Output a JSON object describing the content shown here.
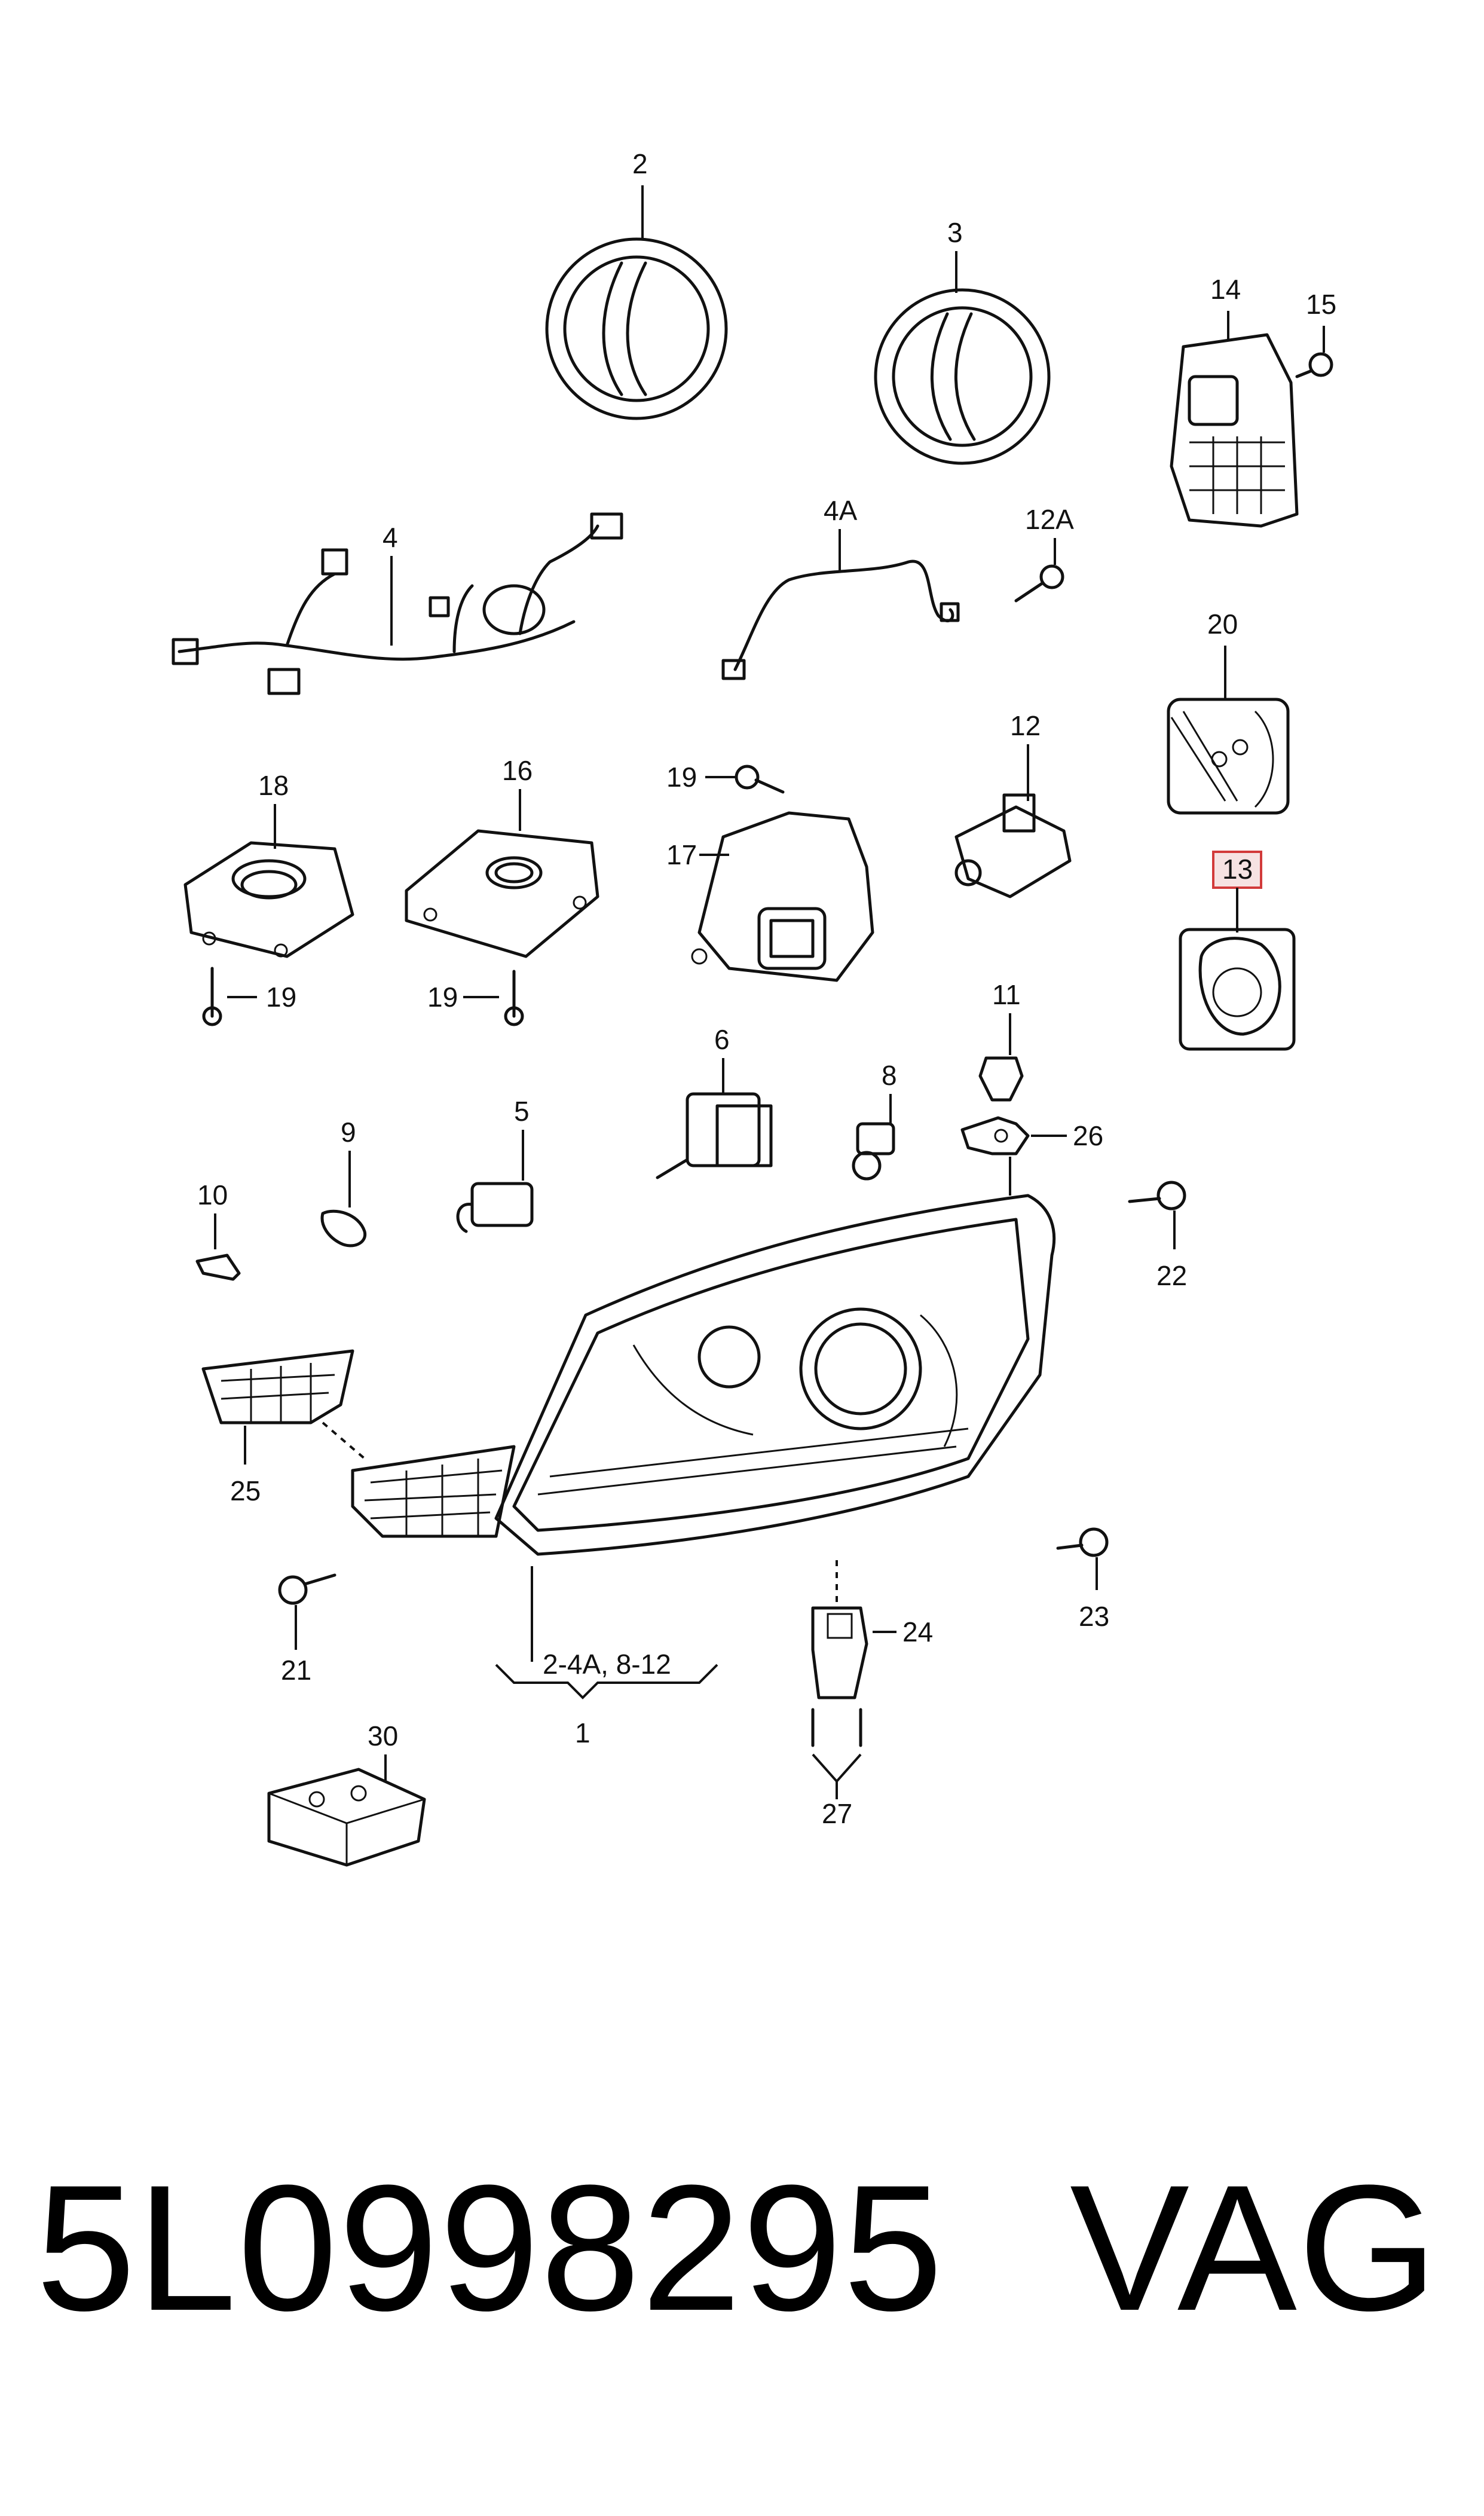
{
  "labels": {
    "l2": "2",
    "l3": "3",
    "l14": "14",
    "l15": "15",
    "l4": "4",
    "l4a": "4A",
    "l12a": "12A",
    "l20": "20",
    "l18": "18",
    "l16": "16",
    "l19a": "19",
    "l17": "17",
    "l12": "12",
    "l13": "13",
    "l19b": "19",
    "l19c": "19",
    "l11": "11",
    "l6": "6",
    "l8": "8",
    "l26": "26",
    "l9": "9",
    "l5": "5",
    "l10": "10",
    "l22": "22",
    "l25": "25",
    "l23": "23",
    "l21": "21",
    "l24": "24",
    "l1range": "2-4A, 8-12",
    "l1": "1",
    "l27": "27",
    "l30": "30"
  },
  "highlighted_label": "13",
  "footer": {
    "part_number": "5L0998295",
    "brand": "VAG"
  }
}
